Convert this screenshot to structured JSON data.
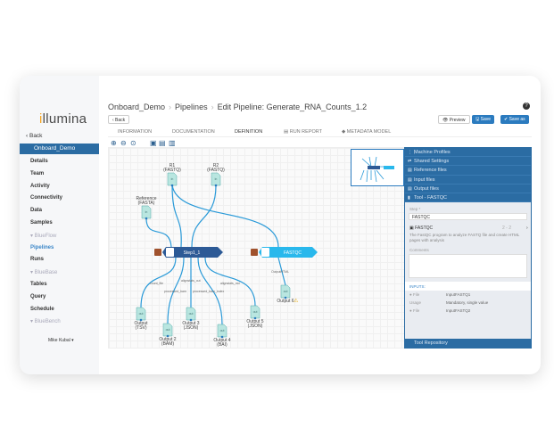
{
  "logo": "illumina",
  "sidebar": {
    "back": "Back",
    "active": "Onboard_Demo",
    "items": [
      {
        "label": "Details",
        "type": "item"
      },
      {
        "label": "Team",
        "type": "item"
      },
      {
        "label": "Activity",
        "type": "item"
      },
      {
        "label": "Connectivity",
        "type": "item"
      },
      {
        "label": "Data",
        "type": "item"
      },
      {
        "label": "Samples",
        "type": "item"
      },
      {
        "label": "▾ BlueFlow",
        "type": "group"
      },
      {
        "label": "Pipelines",
        "type": "link"
      },
      {
        "label": "Runs",
        "type": "item"
      },
      {
        "label": "▾ BlueBase",
        "type": "group"
      },
      {
        "label": "Tables",
        "type": "item"
      },
      {
        "label": "Query",
        "type": "item"
      },
      {
        "label": "Schedule",
        "type": "item"
      },
      {
        "label": "▾ BlueBench",
        "type": "group"
      }
    ],
    "user": "Mike Kubal ▾"
  },
  "breadcrumb": [
    "Onboard_Demo",
    "Pipelines",
    "Edit Pipeline: Generate_RNA_Counts_1.2"
  ],
  "buttons": {
    "back": "‹ Back",
    "preview": "👁 Preview",
    "save": "🖫 Save",
    "save_as": "✔ Save as",
    "help": "?"
  },
  "tabs": [
    "INFORMATION",
    "DOCUMENTATION",
    "DEFINITION",
    "RUN REPORT",
    "METADATA MODEL"
  ],
  "graph": {
    "inputs": [
      {
        "name": "R1",
        "type": "(FASTQ)"
      },
      {
        "name": "R2",
        "type": "(FASTQ)"
      },
      {
        "name": "Reference",
        "type": "(FASTA)"
      }
    ],
    "steps": [
      "Step1_1",
      "FASTQC"
    ],
    "edges": [
      "count_file",
      "processed_bam",
      "alignstats_out",
      "processed_bam_index",
      "alignstats_md",
      "OutputHTML"
    ],
    "outputs": [
      {
        "name": "Output",
        "type": "(TSV)"
      },
      {
        "name": "Output 2",
        "type": "(BAM)"
      },
      {
        "name": "Output 3",
        "type": "(JSON)"
      },
      {
        "name": "Output 4",
        "type": "(BAI)"
      },
      {
        "name": "Output 5",
        "type": "(JSON)"
      },
      {
        "name": "Output 6",
        "type": ""
      }
    ],
    "in_tag": "in",
    "out_tag": "out"
  },
  "panel": {
    "sections": [
      "Machine Profiles",
      "Shared Settings",
      "Reference files",
      "Input files",
      "Output files",
      "Tool - FASTQC"
    ],
    "step_label": "Step *",
    "step_value": "FASTQC",
    "tool_name": "FASTQC",
    "tool_version": "2 - 2",
    "tool_desc": "The FastQC program to analyze FASTQ file and create HTML pages with analysis",
    "comments_label": "Comments",
    "inputs_label": "INPUTS:",
    "inputs": [
      {
        "k1": "File",
        "v1": "InputFASTQ1",
        "k2": "Usage",
        "v2": "Mandatory, single value"
      },
      {
        "k1": "File",
        "v1": "InputFASTQ2"
      }
    ],
    "repo": "Tool Repository"
  },
  "colors": {
    "accent": "#2b6ca3",
    "edge": "#2a9ad8",
    "step": "#2d5a96",
    "fastqc": "#29b8ec"
  }
}
